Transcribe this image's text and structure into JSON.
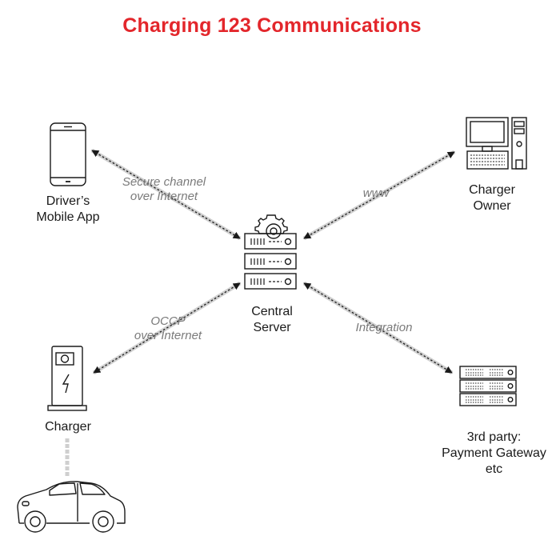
{
  "title": "Charging 123 Communications",
  "nodes": {
    "mobile": {
      "line1": "Driver’s",
      "line2": "Mobile App"
    },
    "owner": {
      "line1": "Charger",
      "line2": "Owner"
    },
    "server": {
      "line1": "Central",
      "line2": "Server"
    },
    "charger": {
      "line1": "Charger"
    },
    "thirdparty": {
      "line1": "3rd party:",
      "line2": "Payment Gateway",
      "line3": "etc"
    }
  },
  "edges": {
    "mobile_server": {
      "line1": "Secure channel",
      "line2": "over Internet"
    },
    "owner_server": {
      "line1": "www"
    },
    "charger_server": {
      "line1": "OCCP",
      "line2": "over Internet"
    },
    "server_thirdparty": {
      "line1": "Integration"
    }
  },
  "colors": {
    "title": "#e3262b",
    "connector": "#cfcfcf",
    "arrow": "#1a1a1a",
    "icon": "#1a1a1a"
  }
}
